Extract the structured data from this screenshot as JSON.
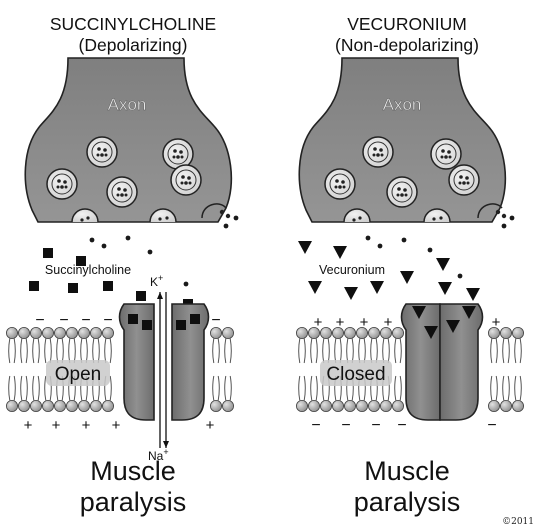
{
  "panels": [
    {
      "title_line1": "SUCCINYLCHOLINE",
      "title_line2": "(Depolarizing)",
      "axon_label": "Axon",
      "drug_label": "Succinylcholine",
      "channel_label": "Open",
      "ion_top": "K",
      "ion_top_sup": "+",
      "ion_bottom": "Na",
      "ion_bottom_sup": "+",
      "charge_top": "−",
      "charge_bottom": "+",
      "caption_line1": "Muscle",
      "caption_line2": "paralysis",
      "drug_shape": "square-marker"
    },
    {
      "title_line1": "VECURONIUM",
      "title_line2": "(Non-depolarizing)",
      "axon_label": "Axon",
      "drug_label": "Vecuronium",
      "channel_label": "Closed",
      "charge_top": "+",
      "charge_bottom": "−",
      "caption_line1": "Muscle",
      "caption_line2": "paralysis",
      "drug_shape": "triangle-marker"
    }
  ],
  "copyright": "©2011",
  "colors": {
    "axon_fill": "#8a8a8a",
    "vesicle_fill": "#e6e6e6",
    "channel_fill": "#7c7c7c",
    "lipid_head": "#b8b8b8",
    "marker": "#0f0f0f"
  }
}
